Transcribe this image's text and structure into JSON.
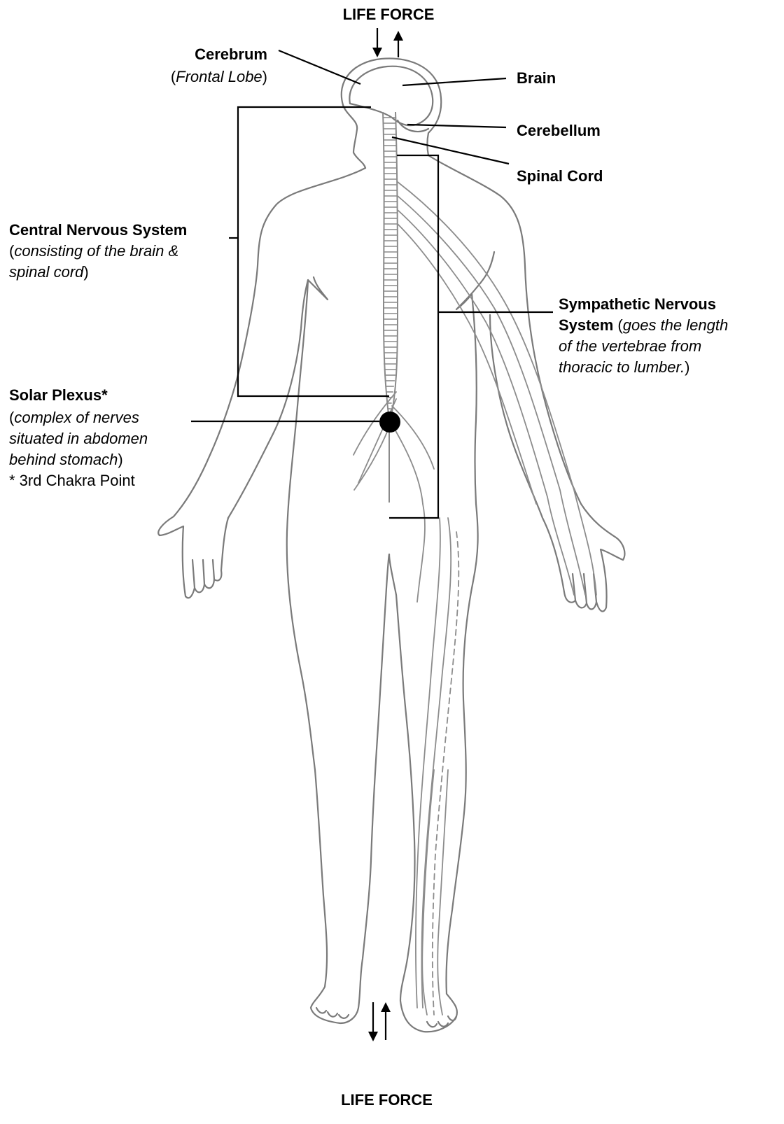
{
  "labels": {
    "life_force_top": "LIFE FORCE",
    "life_force_bottom": "LIFE FORCE",
    "cerebrum": {
      "title": "Cerebrum",
      "open": "(",
      "sub": "Frontal Lobe",
      "close": ")"
    },
    "brain": "Brain",
    "cerebellum": "Cerebellum",
    "spinal_cord": "Spinal Cord",
    "cns": {
      "title": "Central Nervous System",
      "open": "(",
      "line1": "consisting of the brain &",
      "line2": "spinal cord",
      "close": ")"
    },
    "sns": {
      "title_line1": "Sympathetic Nervous",
      "title_line2": "System",
      "paren_open": " (",
      "sub_line1": "goes the length",
      "sub_line2": "of the vertebrae from",
      "sub_line3": "thoracic to lumber.",
      "close": ")"
    },
    "solar": {
      "title": "Solar Plexus*",
      "open": "(",
      "line1": "complex of nerves",
      "line2": "situated in abdomen",
      "line3": "behind stomach",
      "close": ")",
      "note": "* 3rd Chakra Point"
    }
  },
  "colors": {
    "outline": "#7a7a7a",
    "ink": "#000000",
    "background": "#ffffff"
  }
}
